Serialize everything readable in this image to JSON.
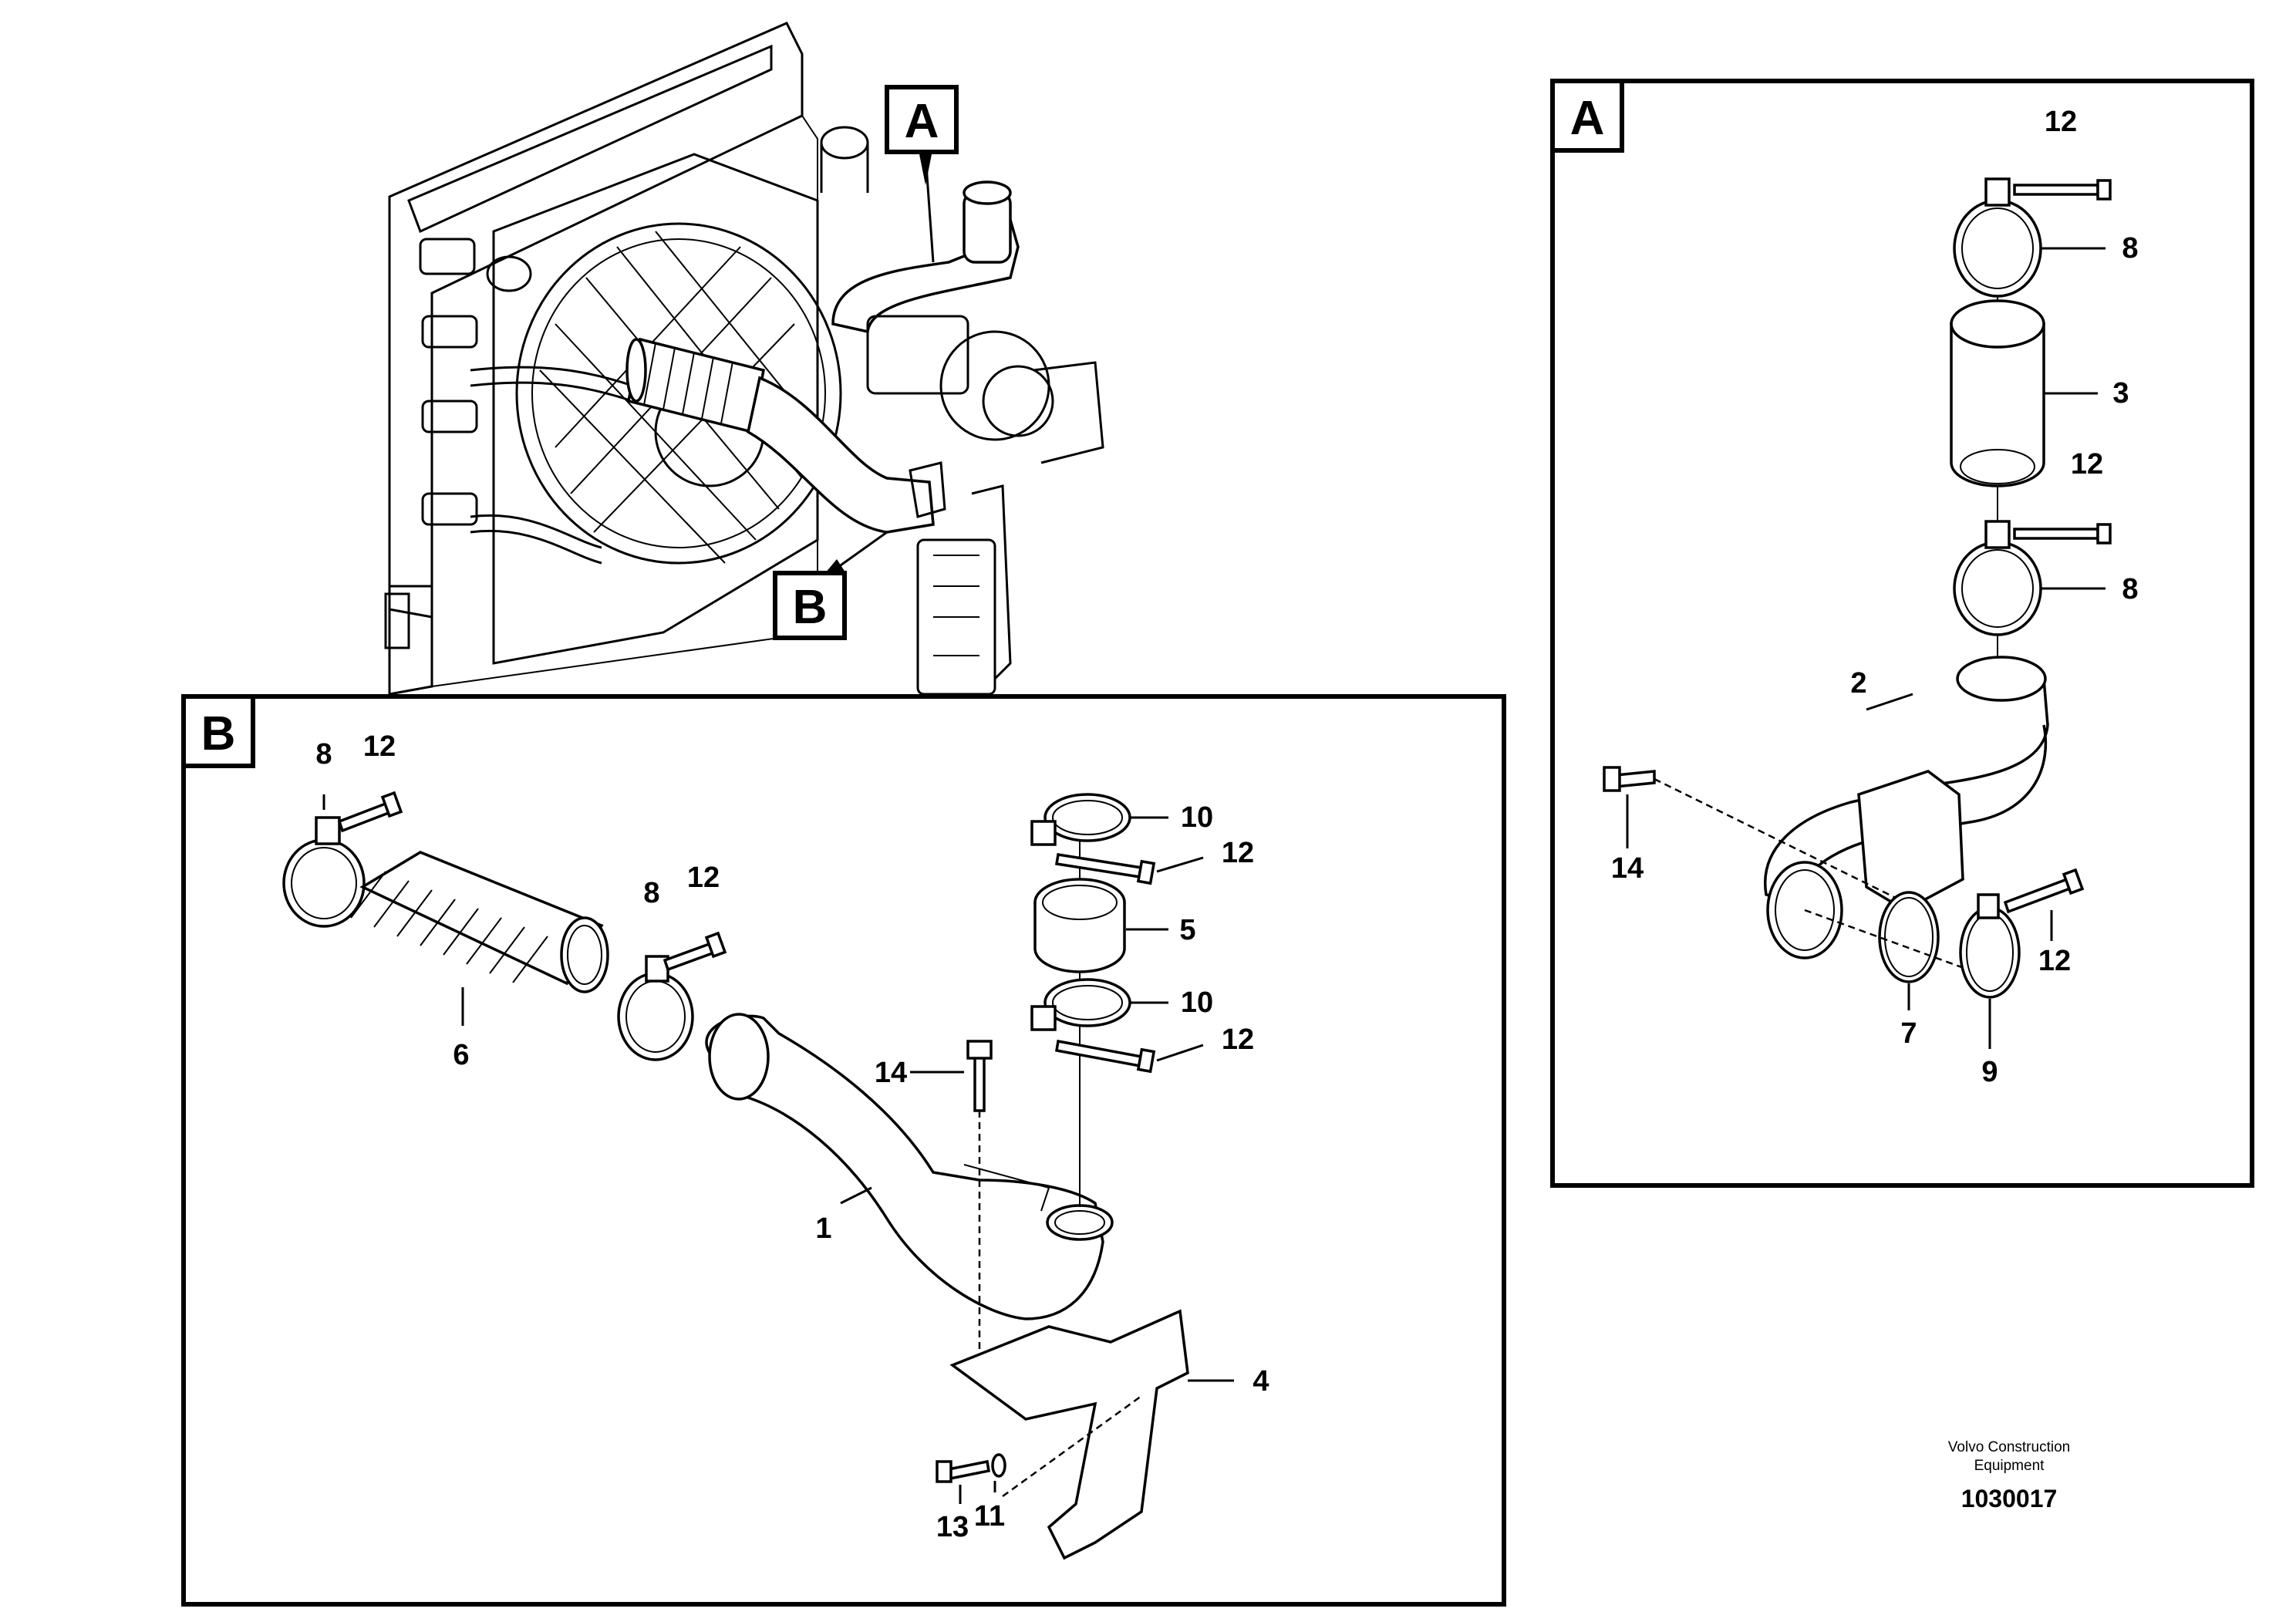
{
  "overview": {
    "callouts": {
      "a": "A",
      "b": "B"
    }
  },
  "panel_a": {
    "letter": "A",
    "labels": {
      "c12_top": "12",
      "c8_top": "8",
      "c3": "3",
      "c12_mid": "12",
      "c8_mid": "8",
      "c2": "2",
      "c14": "14",
      "c12_right": "12",
      "c7": "7",
      "c9": "9"
    }
  },
  "panel_b": {
    "letter": "B",
    "labels": {
      "c8_left": "8",
      "c12_left": "12",
      "c8_mid": "8",
      "c12_mid": "12",
      "c6": "6",
      "c10_top": "10",
      "c12_top_right": "12",
      "c5": "5",
      "c10_bottom": "10",
      "c12_bottom_right": "12",
      "c14": "14",
      "c1": "1",
      "c4": "4",
      "c13": "13",
      "c11": "11"
    }
  },
  "credit": {
    "line1": "Volvo Construction",
    "line2": "Equipment",
    "doc_number": "1030017"
  }
}
